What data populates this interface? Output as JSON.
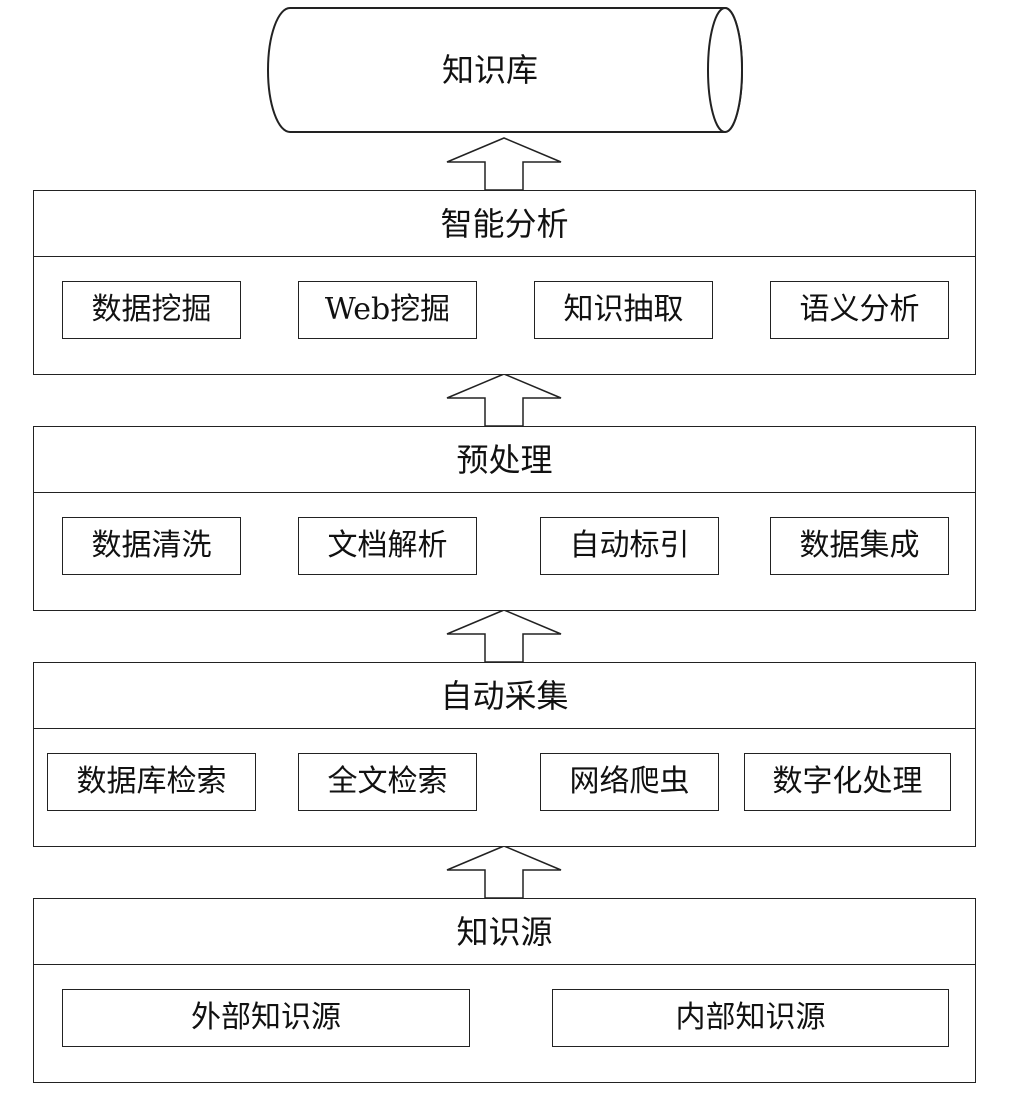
{
  "knowledge_base": {
    "label": "知识库"
  },
  "layers": {
    "analysis": {
      "title": "智能分析",
      "items": [
        "数据挖掘",
        "Web挖掘",
        "知识抽取",
        "语义分析"
      ]
    },
    "preprocess": {
      "title": "预处理",
      "items": [
        "数据清洗",
        "文档解析",
        "自动标引",
        "数据集成"
      ]
    },
    "collection": {
      "title": "自动采集",
      "items": [
        "数据库检索",
        "全文检索",
        "网络爬虫",
        "数字化处理"
      ]
    },
    "source": {
      "title": "知识源",
      "items": [
        "外部知识源",
        "内部知识源"
      ]
    }
  }
}
